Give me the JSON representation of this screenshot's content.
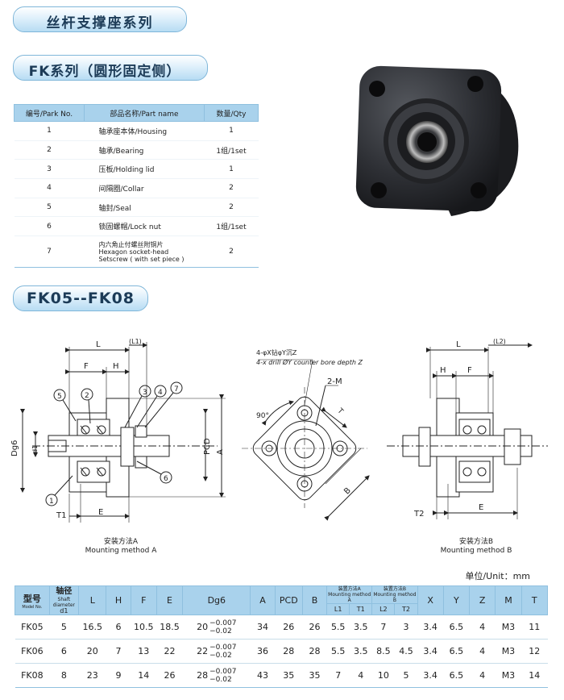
{
  "headings": {
    "title1": "丝杆支撑座系列",
    "title2": "FK系列（圆形固定侧）",
    "title3": "FK05--FK08"
  },
  "parts_table": {
    "headers": [
      "编号/Park No.",
      "部品名称/Part name",
      "数量/Qty"
    ],
    "rows": [
      {
        "no": "1",
        "name": "轴承座本体/Housing",
        "qty": "1"
      },
      {
        "no": "2",
        "name": "轴承/Bearing",
        "qty": "1组/1set"
      },
      {
        "no": "3",
        "name": "压板/Holding lid",
        "qty": "1"
      },
      {
        "no": "4",
        "name": "间隔圈/Collar",
        "qty": "2"
      },
      {
        "no": "5",
        "name": "轴封/Seal",
        "qty": "2"
      },
      {
        "no": "6",
        "name": "锁固螺帽/Lock nut",
        "qty": "1组/1set"
      },
      {
        "no": "7",
        "name_l1": "内六角止付螺丝附铜片",
        "name_l2": "Hexagon socket-head",
        "name_l3": "Setscrew ( with set piece )",
        "qty": "2"
      }
    ]
  },
  "drawing_labels": {
    "L": "L",
    "L1": "(L1)",
    "F": "F",
    "H": "H",
    "E": "E",
    "T1": "T1",
    "T2": "T2",
    "L2": "(L2)",
    "Dg6": "Dg6",
    "d1": "d1",
    "PCD": "PCD",
    "A": "A",
    "B": "B",
    "M": "2-M",
    "T": "T",
    "angle": "90°",
    "n1": "1",
    "n2": "2",
    "n3": "3",
    "n4": "4",
    "n5": "5",
    "n6": "6",
    "n7": "7",
    "drill_cn": "4-φX钻φY沉Z",
    "drill_en": "4-x drill ØY counter bore depth Z"
  },
  "captions": {
    "a_cn": "安装方法A",
    "a_en": "Mounting method A",
    "b_cn": "安装方法B",
    "b_en": "Mounting method B"
  },
  "unit": "单位/Unit：mm",
  "spec_table": {
    "model_cn": "型号",
    "model_en": "Model No.",
    "shaft_cn": "轴径",
    "shaft_en1": "Shaft",
    "shaft_en2": "diameter",
    "shaft_d1": "d1",
    "L": "L",
    "H": "H",
    "F": "F",
    "E": "E",
    "Dg6": "Dg6",
    "A": "A",
    "PCD": "PCD",
    "B": "B",
    "method_a_cn": "装置方法A",
    "method_a_en": "Mounting method A",
    "method_b_cn": "装置方法B",
    "method_b_en": "Mounting method B",
    "L1": "L1",
    "T1": "T1",
    "L2": "L2",
    "T2": "T2",
    "X": "X",
    "Y": "Y",
    "Z": "Z",
    "M": "M",
    "T": "T",
    "rows": [
      {
        "model": "FK05",
        "d1": "5",
        "L": "16.5",
        "H": "6",
        "F": "10.5",
        "E": "18.5",
        "dg6": "20",
        "tol_up": "−0.007",
        "tol_dn": "−0.02",
        "A": "34",
        "PCD": "26",
        "B": "26",
        "L1": "5.5",
        "T1": "3.5",
        "L2": "7",
        "T2": "3",
        "X": "3.4",
        "Y": "6.5",
        "Z": "4",
        "M": "M3",
        "T": "11"
      },
      {
        "model": "FK06",
        "d1": "6",
        "L": "20",
        "H": "7",
        "F": "13",
        "E": "22",
        "dg6": "22",
        "tol_up": "−0.007",
        "tol_dn": "−0.02",
        "A": "36",
        "PCD": "28",
        "B": "28",
        "L1": "5.5",
        "T1": "3.5",
        "L2": "8.5",
        "T2": "4.5",
        "X": "3.4",
        "Y": "6.5",
        "Z": "4",
        "M": "M3",
        "T": "12"
      },
      {
        "model": "FK08",
        "d1": "8",
        "L": "23",
        "H": "9",
        "F": "14",
        "E": "26",
        "dg6": "28",
        "tol_up": "−0.007",
        "tol_dn": "−0.02",
        "A": "43",
        "PCD": "35",
        "B": "35",
        "L1": "7",
        "T1": "4",
        "L2": "10",
        "T2": "5",
        "X": "3.4",
        "Y": "6.5",
        "Z": "4",
        "M": "M3",
        "T": "14"
      }
    ]
  },
  "colors": {
    "accent": "#a9d2ec",
    "heading_text": "#1c3b57",
    "product": "#2b2d31"
  }
}
